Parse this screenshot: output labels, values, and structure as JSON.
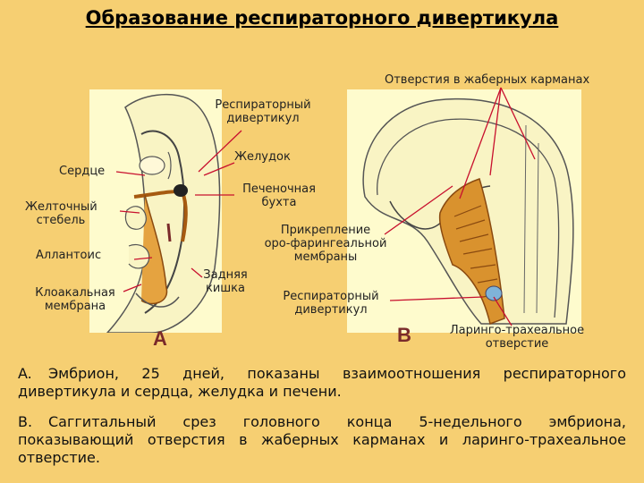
{
  "title": "Образование респираторного дивертикула",
  "labels": {
    "gill_openings": "Отверстия в жаберных карманах",
    "resp_div_a_line1": "Респираторный",
    "resp_div_a_line2": "дивертикул",
    "stomach": "Желудок",
    "heart": "Сердце",
    "hepatic_line1": "Печеночная",
    "hepatic_line2": "бухта",
    "yolk_line1": "Желточный",
    "yolk_line2": "стебель",
    "attach_line1": "Прикрепление",
    "attach_line2": "оро-фарингеальной",
    "attach_line3": "мембраны",
    "allantois": "Аллантоис",
    "hindgut_line1": "Задняя",
    "hindgut_line2": "кишка",
    "cloacal_line1": "Клоакальная",
    "cloacal_line2": "мембрана",
    "resp_div_b_line1": "Респираторный",
    "resp_div_b_line2": "дивертикул",
    "laryngo_line1": "Ларинго-трахеальное",
    "laryngo_line2": "отверстие",
    "panel_a": "A",
    "panel_b": "B"
  },
  "captions": {
    "a_mark": "A.",
    "a_text": "Эмбрион, 25 дней, показаны взаимоотношения респираторного дивертикула и сердца, желудка и печени.",
    "b_mark": "B.",
    "b_text": "Саггитальный срез головного конца 5-недельного эмбриона, показывающий отверстия в жаберных карманах и ларинго-трахеальное отверстие."
  },
  "colors": {
    "background": "#f6cf72",
    "panel": "#fefbcd",
    "pointer": "#c8102e",
    "tissue": "#d9922e"
  }
}
